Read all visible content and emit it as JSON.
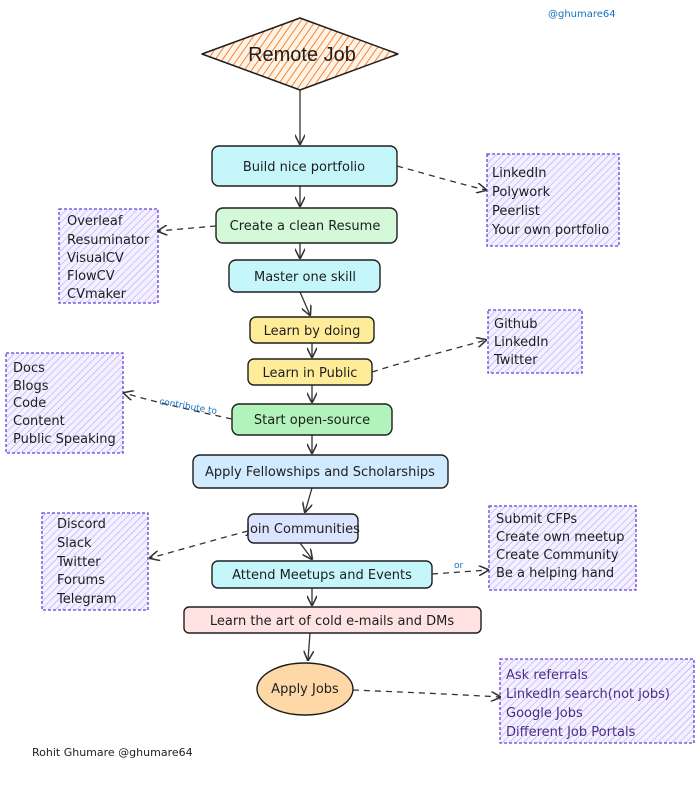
{
  "handle": "@ghumare64",
  "title": "Remote Job",
  "author": "Rohit Ghumare @ghumare64",
  "steps": [
    {
      "label": "Build nice portfolio",
      "color": "#99e9f2"
    },
    {
      "label": "Create a clean Resume",
      "color": "#b2f2bb"
    },
    {
      "label": "Master one skill",
      "color": "#99e9f2"
    },
    {
      "label": "Learn by doing",
      "color": "#ffd43b"
    },
    {
      "label": "Learn in Public",
      "color": "#ffd43b"
    },
    {
      "label": "Start open-source",
      "color": "#8ce99a"
    },
    {
      "label": "Apply Fellowships and Scholarships",
      "color": "#a5d8ff"
    },
    {
      "label": "Join Communities",
      "color": "#a5b4fc"
    },
    {
      "label": "Attend Meetups and Events",
      "color": "#99e9f2"
    },
    {
      "label": "Learn the art of cold e-mails and DMs",
      "color": "#ffa8a8"
    },
    {
      "label": "Apply Jobs",
      "color": "#ffc078"
    }
  ],
  "side_boxes": {
    "portfolio": [
      "LinkedIn",
      "Polywork",
      "Peerlist",
      "Your own portfolio"
    ],
    "resume": [
      "Overleaf",
      "Resuminator",
      "VisualCV",
      "FlowCV",
      "CVmaker"
    ],
    "public": [
      "Github",
      "LinkedIn",
      "Twitter"
    ],
    "opensource": [
      "Docs",
      "Blogs",
      "Code",
      "Content",
      "Public Speaking"
    ],
    "communities": [
      "Discord",
      "Slack",
      "Twitter",
      "Forums",
      "Telegram"
    ],
    "meetups": [
      "Submit CFPs",
      "Create own meetup",
      "Create Community",
      "Be a helping hand"
    ],
    "jobs": [
      "Ask referrals",
      "LinkedIn search(not jobs)",
      "Google Jobs",
      "Different Job Portals"
    ]
  },
  "edge_labels": {
    "contribute": "contribute to",
    "or": "or"
  },
  "colors": {
    "title_fill": "#f76707",
    "side_fill": "#e5dbff",
    "side_stroke": "#6741d9"
  }
}
